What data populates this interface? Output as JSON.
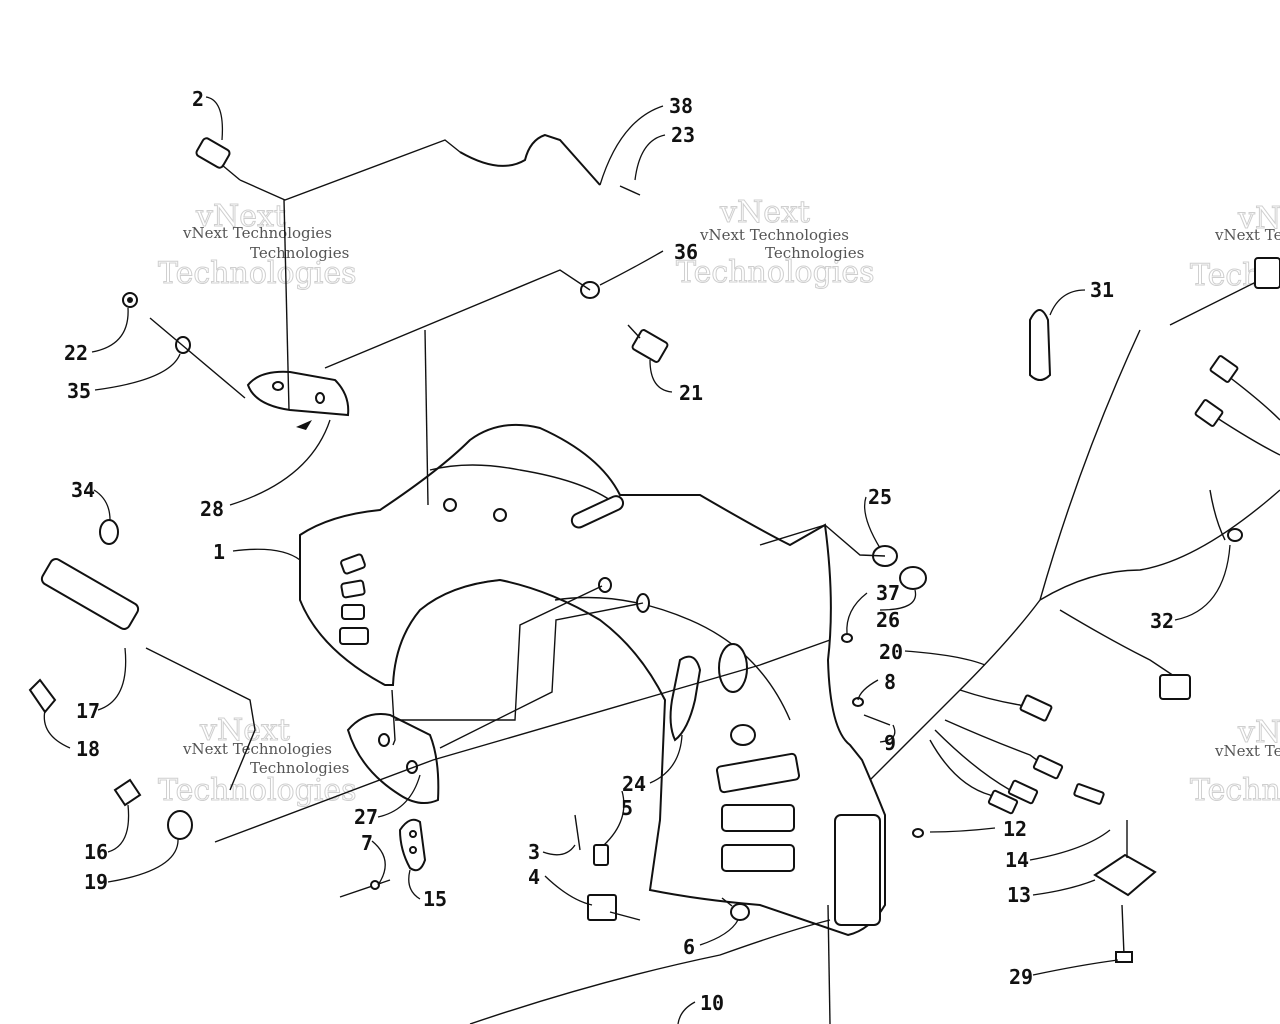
{
  "callouts": [
    "2",
    "38",
    "23",
    "36",
    "22",
    "35",
    "21",
    "28",
    "31",
    "34",
    "1",
    "25",
    "37",
    "26",
    "20",
    "32",
    "8",
    "9",
    "17",
    "18",
    "24",
    "5",
    "3",
    "27",
    "16",
    "7",
    "4",
    "12",
    "14",
    "19",
    "15",
    "13",
    "6",
    "29",
    "10"
  ],
  "watermark": {
    "line1": "vNext Technologies",
    "line2": "Technologies",
    "line3": "vNext"
  }
}
